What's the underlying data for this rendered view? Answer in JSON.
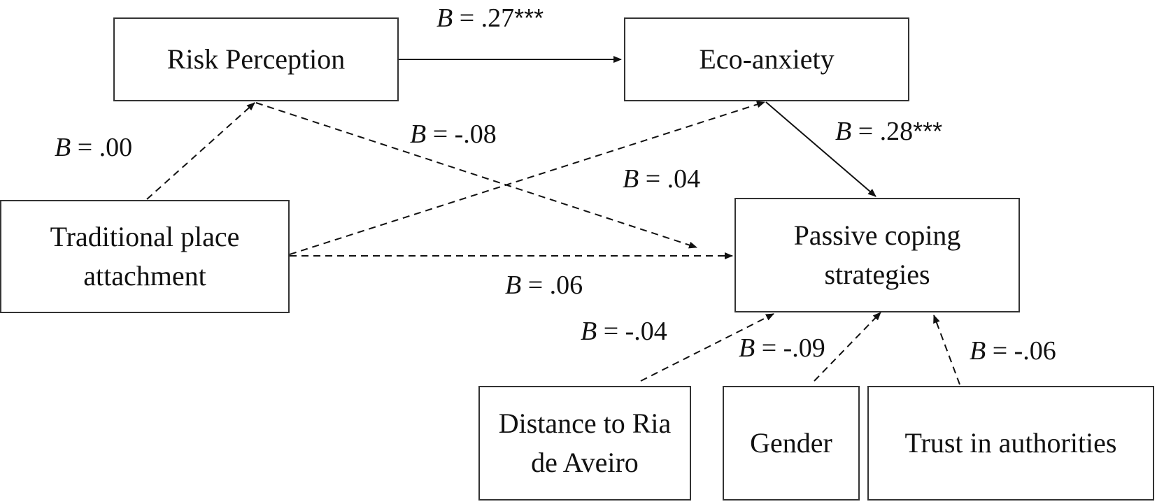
{
  "nodes": {
    "risk": "Risk Perception",
    "eco": "Eco-anxiety",
    "trad": "Traditional place\nattachment",
    "passive": "Passive coping\nstrategies",
    "distance": "Distance to Ria\nde Aveiro",
    "gender": "Gender",
    "trust": "Trust in authorities"
  },
  "coefficients": {
    "symbol": "B",
    "risk_eco": " = .27",
    "risk_eco_sig": "***",
    "eco_passive": " = .28",
    "eco_passive_sig": "***",
    "trad_risk": " = .00",
    "risk_passive": " = -.08",
    "trad_eco": " = .04",
    "trad_passive": " = .06",
    "distance_passive": " = -.04",
    "gender_passive": " = -.09",
    "trust_passive": " = -.06"
  },
  "edges": [
    {
      "from": "risk",
      "to": "eco",
      "style": "solid"
    },
    {
      "from": "eco",
      "to": "passive",
      "style": "solid"
    },
    {
      "from": "trad",
      "to": "risk",
      "style": "dashed"
    },
    {
      "from": "risk",
      "to": "passive",
      "style": "dashed"
    },
    {
      "from": "trad",
      "to": "eco",
      "style": "dashed"
    },
    {
      "from": "trad",
      "to": "passive",
      "style": "dashed"
    },
    {
      "from": "distance",
      "to": "passive",
      "style": "dashed"
    },
    {
      "from": "gender",
      "to": "passive",
      "style": "dashed"
    },
    {
      "from": "trust",
      "to": "passive",
      "style": "dashed"
    }
  ]
}
